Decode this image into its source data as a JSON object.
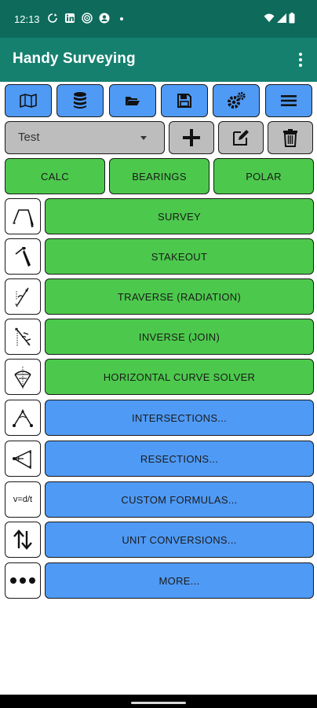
{
  "status_bar": {
    "time": "12:13",
    "bg_color": "#0e6b5c",
    "left_icons": [
      "sync-icon",
      "linkedin-icon",
      "target-icon",
      "account-icon"
    ],
    "right_icons": [
      "wifi-icon",
      "signal-icon",
      "battery-icon"
    ]
  },
  "app_bar": {
    "title": "Handy Surveying",
    "bg_color": "#16806f",
    "menu_icon": "overflow-menu-icon"
  },
  "toolbar": {
    "icons": [
      "map-icon",
      "database-icon",
      "folder-open-icon",
      "save-icon",
      "settings-icon",
      "hamburger-menu-icon"
    ]
  },
  "project": {
    "selected": "Test",
    "actions": [
      "add-icon",
      "edit-icon",
      "delete-icon"
    ]
  },
  "top_buttons": [
    "CALC",
    "BEARINGS",
    "POLAR"
  ],
  "menu_rows": [
    {
      "label": "SURVEY",
      "icon": "survey-icon",
      "color": "green"
    },
    {
      "label": "STAKEOUT",
      "icon": "stakeout-icon",
      "color": "green"
    },
    {
      "label": "TRAVERSE (RADIATION)",
      "icon": "traverse-icon",
      "color": "green"
    },
    {
      "label": "INVERSE (JOIN)",
      "icon": "inverse-icon",
      "color": "green"
    },
    {
      "label": "HORIZONTAL CURVE SOLVER",
      "icon": "curve-icon",
      "color": "green"
    },
    {
      "label": "INTERSECTIONS...",
      "icon": "intersection-icon",
      "color": "blue"
    },
    {
      "label": "RESECTIONS...",
      "icon": "resection-icon",
      "color": "blue"
    },
    {
      "label": "CUSTOM FORMULAS...",
      "icon": "formula-icon",
      "color": "blue",
      "icon_text": "v=d/t"
    },
    {
      "label": "UNIT CONVERSIONS...",
      "icon": "up-down-arrows-icon",
      "color": "blue"
    },
    {
      "label": "MORE...",
      "icon": "more-dots-icon",
      "color": "blue"
    }
  ],
  "colors": {
    "green": "#4cc94c",
    "blue": "#4f9af5",
    "grey": "#bdbdbd"
  }
}
